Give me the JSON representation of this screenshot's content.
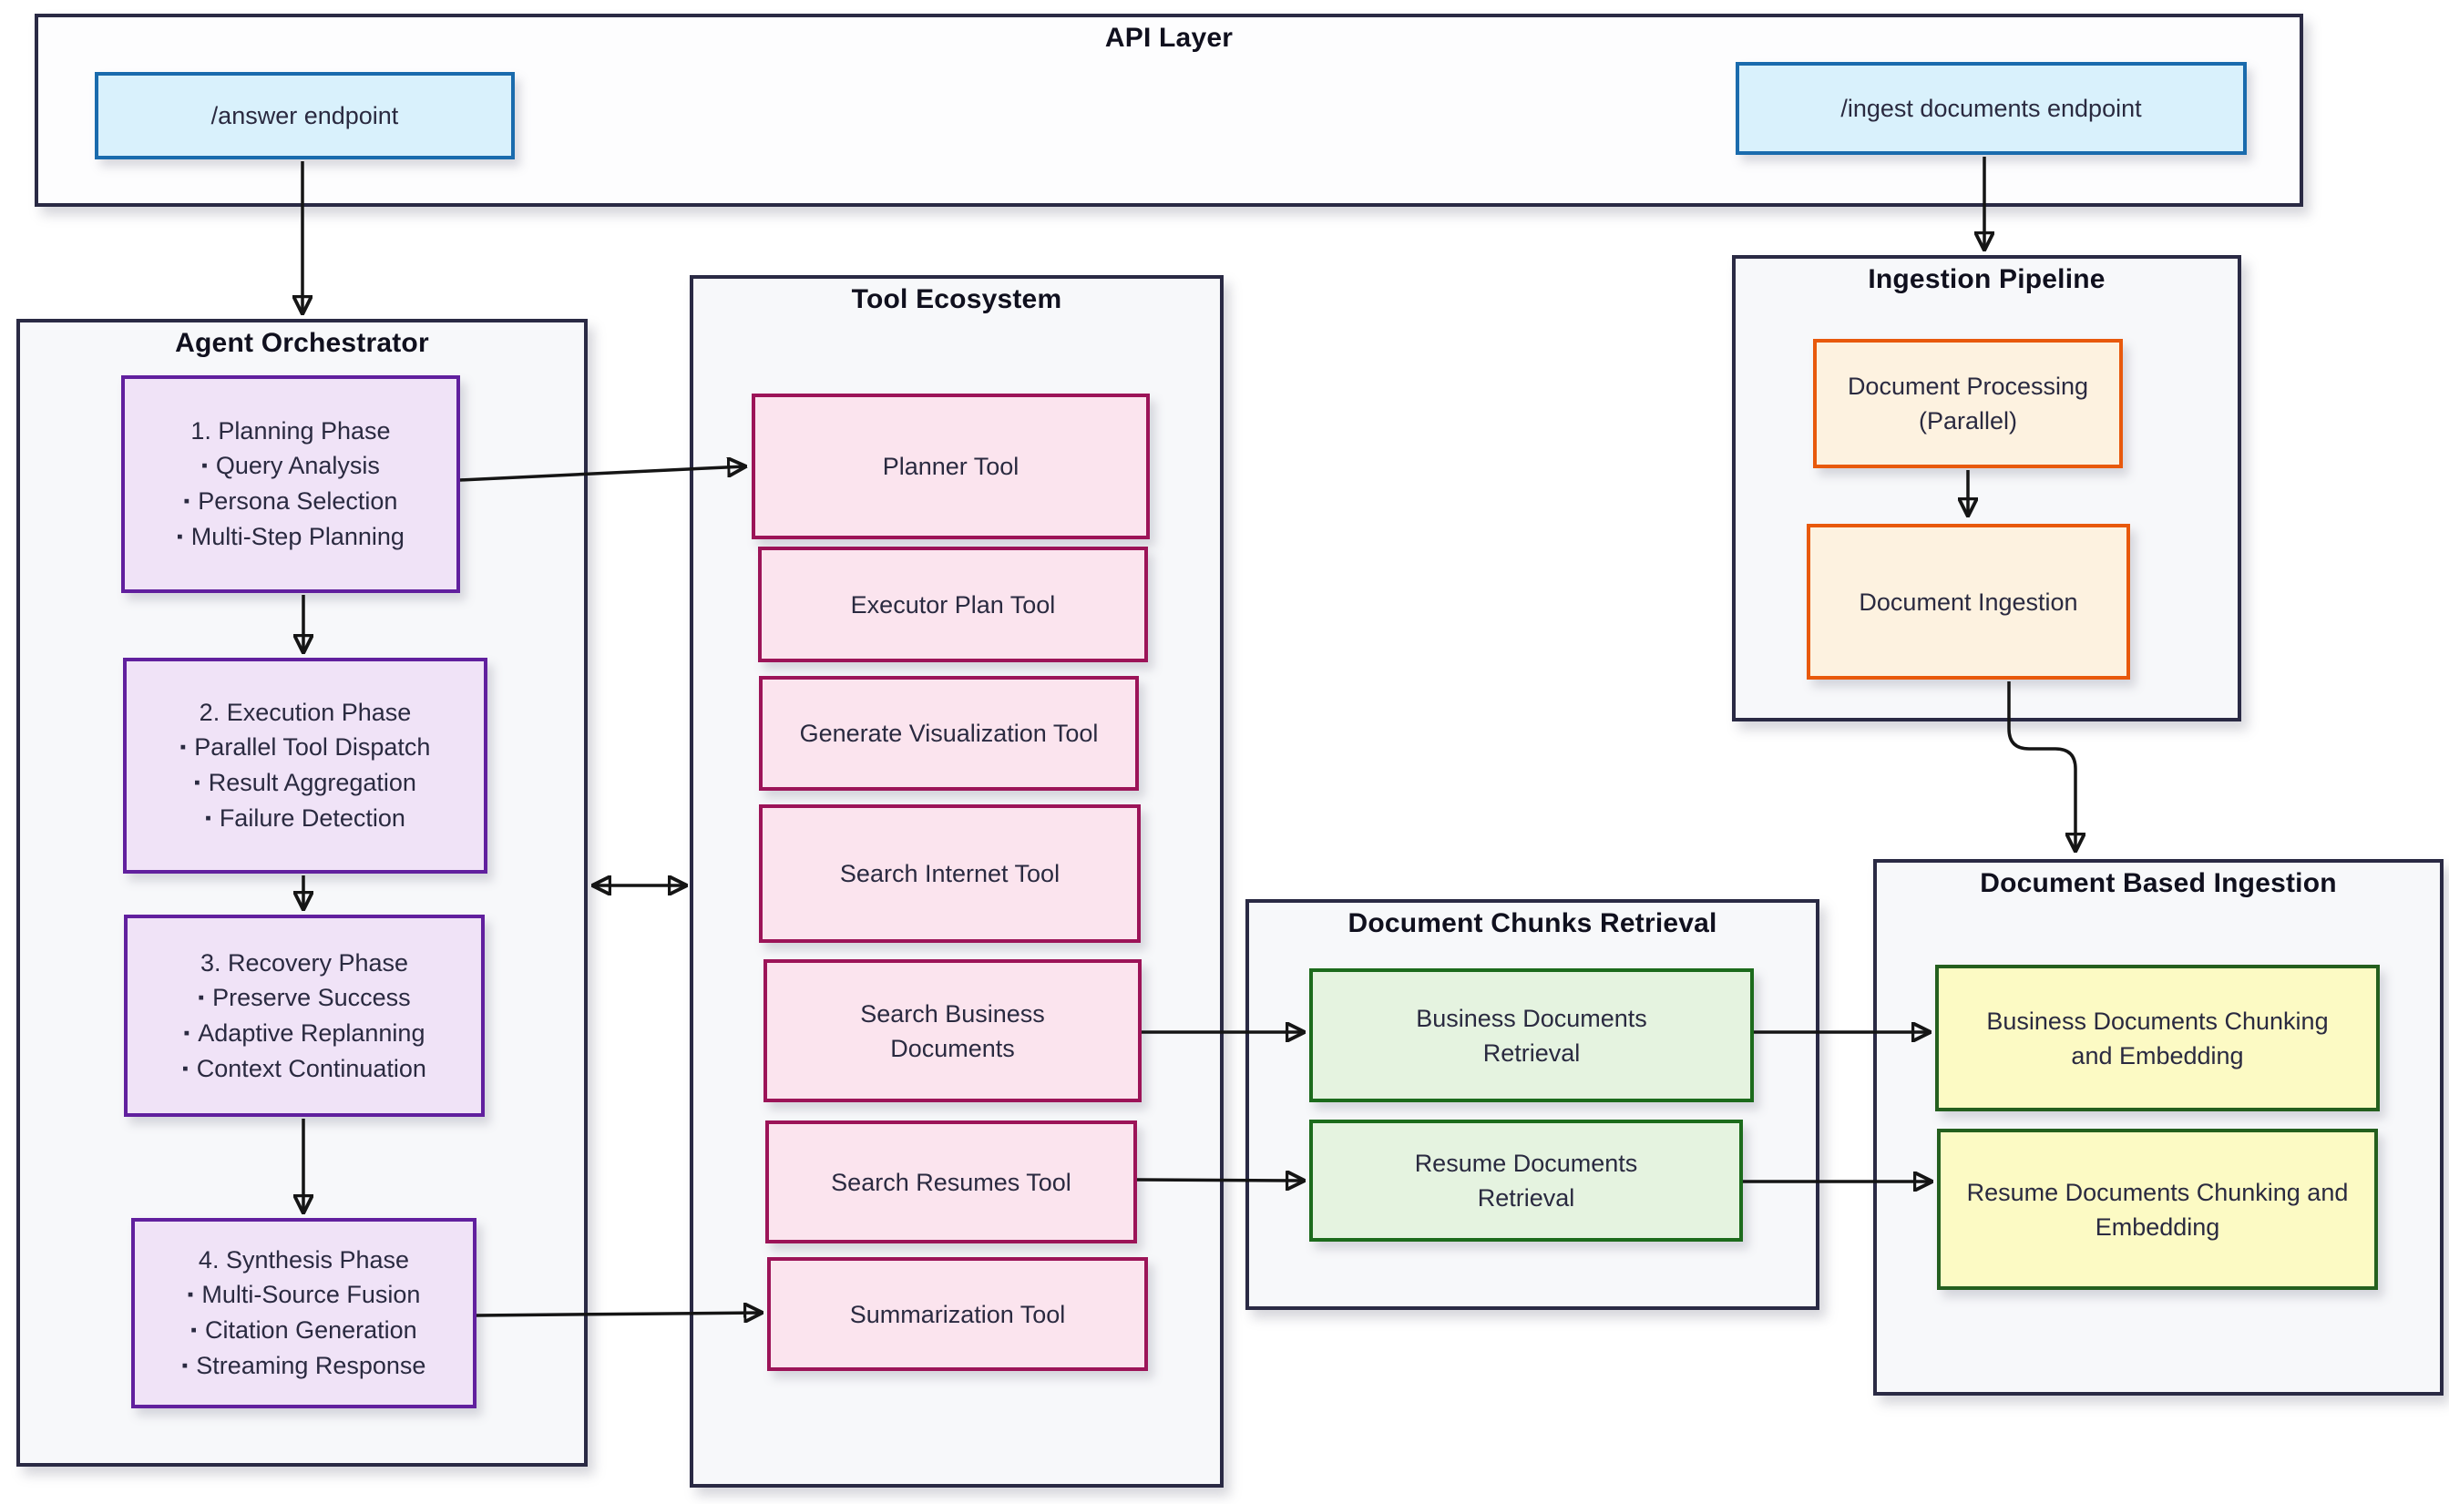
{
  "diagram": {
    "api_layer": {
      "title": "API Layer",
      "answer_endpoint": "/answer endpoint",
      "ingest_endpoint": "/ingest documents endpoint"
    },
    "agent_orchestrator": {
      "title": "Agent Orchestrator",
      "phases": [
        {
          "title": "1. Planning Phase",
          "items": [
            "Query Analysis",
            "Persona Selection",
            "Multi-Step Planning"
          ]
        },
        {
          "title": "2. Execution Phase",
          "items": [
            "Parallel Tool Dispatch",
            "Result Aggregation",
            "Failure Detection"
          ]
        },
        {
          "title": "3. Recovery Phase",
          "items": [
            "Preserve Success",
            "Adaptive Replanning",
            "Context Continuation"
          ]
        },
        {
          "title": "4. Synthesis Phase",
          "items": [
            "Multi-Source Fusion",
            "Citation Generation",
            "Streaming Response"
          ]
        }
      ]
    },
    "tool_ecosystem": {
      "title": "Tool Ecosystem",
      "tools": [
        "Planner Tool",
        "Executor Plan Tool",
        "Generate Visualization Tool",
        "Search Internet Tool",
        "Search Business Documents",
        "Search Resumes Tool",
        "Summarization Tool"
      ]
    },
    "ingestion_pipeline": {
      "title": "Ingestion Pipeline",
      "steps": [
        "Document Processing (Parallel)",
        "Document Ingestion"
      ]
    },
    "document_chunks_retrieval": {
      "title": "Document Chunks Retrieval",
      "nodes": [
        "Business Documents Retrieval",
        "Resume Documents Retrieval"
      ]
    },
    "document_based_ingestion": {
      "title": "Document Based Ingestion",
      "nodes": [
        "Business Documents Chunking and Embedding",
        "Resume Documents Chunking and Embedding"
      ]
    }
  },
  "glyphs": {
    "bullet": "▪"
  },
  "colors": {
    "container_border": "#2a2a44",
    "container_fill": "#f7f8fa",
    "edge": "#151515",
    "blue_fill": "#d9f1fc",
    "blue_border": "#1a6bad",
    "purple_fill": "#f0e3f7",
    "purple_border": "#61209e",
    "pink_fill": "#fbe4ee",
    "pink_border": "#9c1458",
    "green_fill": "#e5f3e0",
    "green_border": "#1c6b1c",
    "yellow_fill": "#fcfac4",
    "yellow_border": "#245f1e",
    "orange_fill": "#fdf2e0",
    "orange_border": "#e8590c",
    "text": "#2a2a40"
  }
}
